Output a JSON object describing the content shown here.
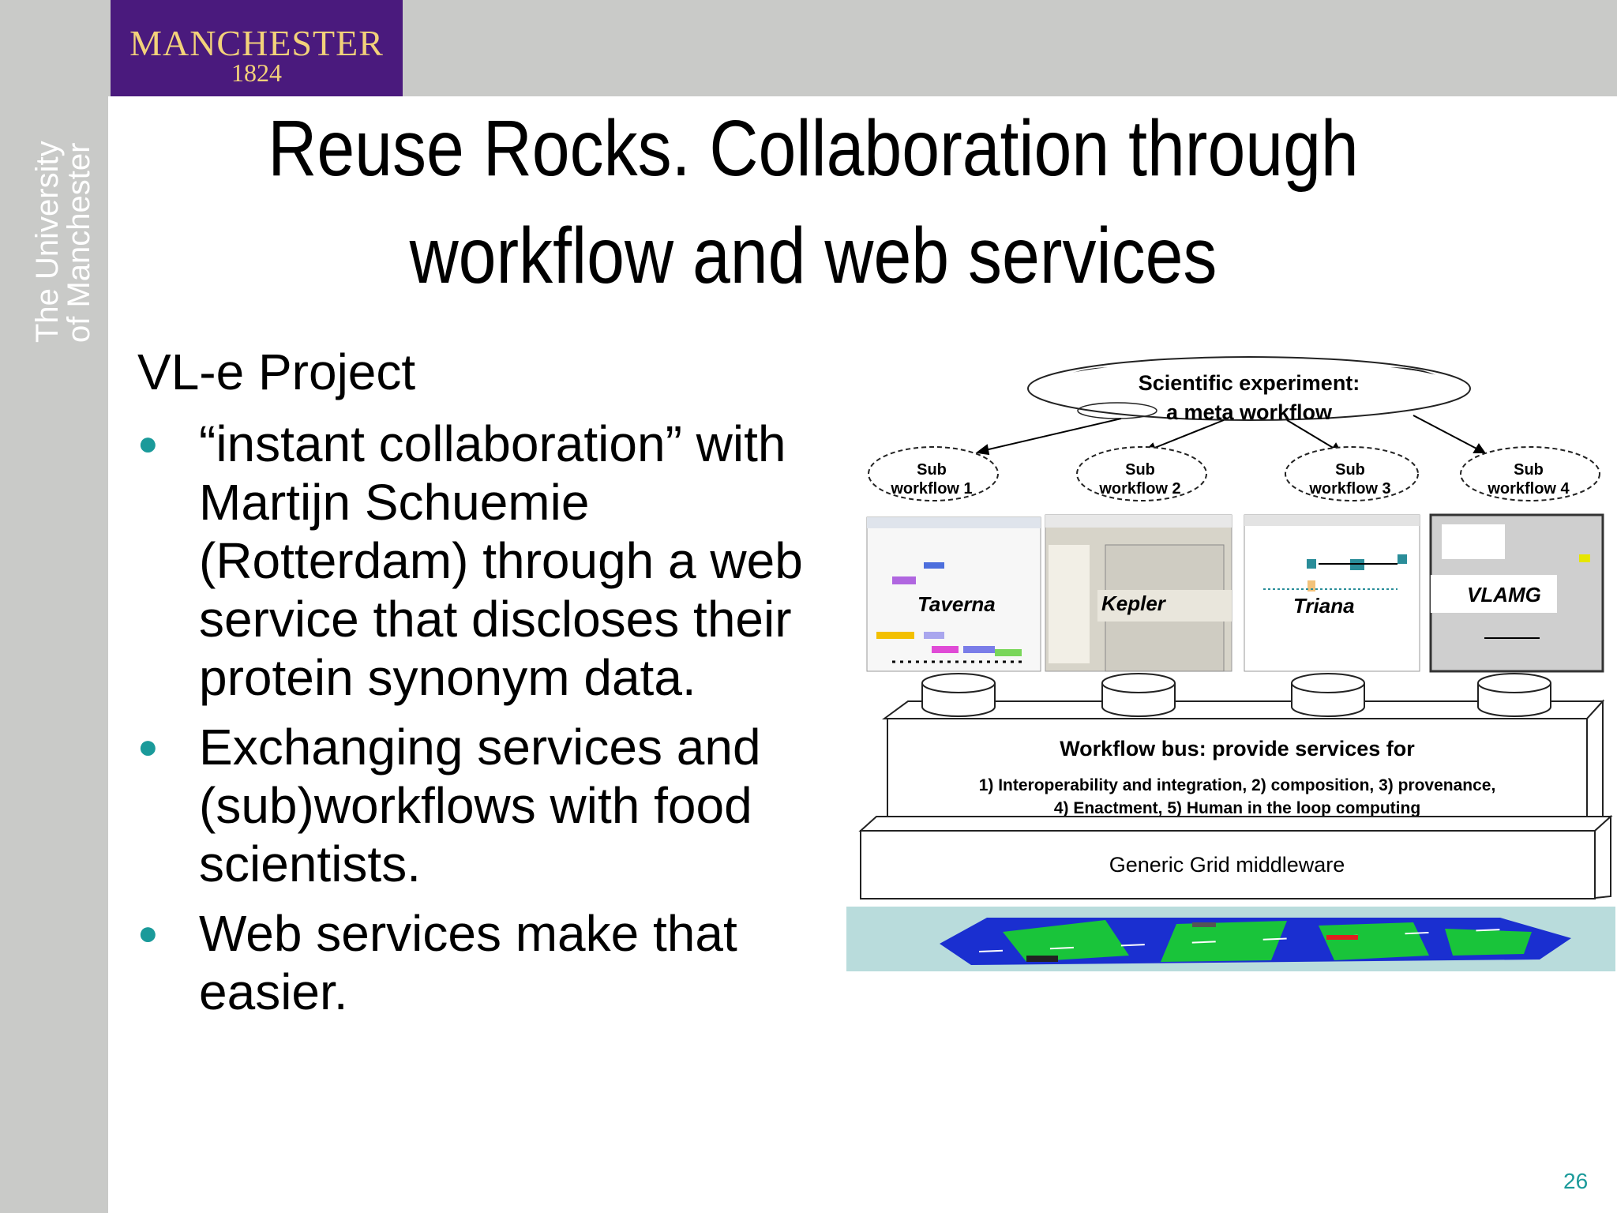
{
  "logo": {
    "name": "MANCHESTER",
    "year": "1824"
  },
  "sidebar_text": {
    "line1": "The University",
    "line2": "of Manchester"
  },
  "title": {
    "line1": "Reuse Rocks. Collaboration through",
    "line2": "workflow and web services"
  },
  "subtitle": "VL-e Project",
  "bullets": [
    {
      "text": "“instant collaboration” with Martijn Schuemie (Rotterdam) through a web service that discloses their protein synonym data."
    },
    {
      "text": "Exchanging services and (sub)workflows with food scientists."
    },
    {
      "text": "Web services make that easier."
    }
  ],
  "diagram": {
    "meta_line1": "Scientific experiment:",
    "meta_line2": "a meta workflow",
    "subs": [
      {
        "line1": "Sub",
        "line2": "workflow 1",
        "tool": "Taverna"
      },
      {
        "line1": "Sub",
        "line2": "workflow 2",
        "tool": "Kepler"
      },
      {
        "line1": "Sub",
        "line2": "workflow 3",
        "tool": "Triana"
      },
      {
        "line1": "Sub",
        "line2": "workflow 4",
        "tool": "VLAMG"
      }
    ],
    "bus_title": "Workflow bus: provide services for",
    "bus_line1": "1) Interoperability and integration, 2) composition, 3) provenance,",
    "bus_line2": "4) Enactment, 5) Human in the loop computing",
    "middleware": "Generic Grid middleware"
  },
  "page_number": "26",
  "colors": {
    "logo_bg": "#4a1a7d",
    "bar": "#c9cac8",
    "accent": "#1a9a9a",
    "grid_blue": "#1a2fd0",
    "grid_green": "#19c43a"
  }
}
